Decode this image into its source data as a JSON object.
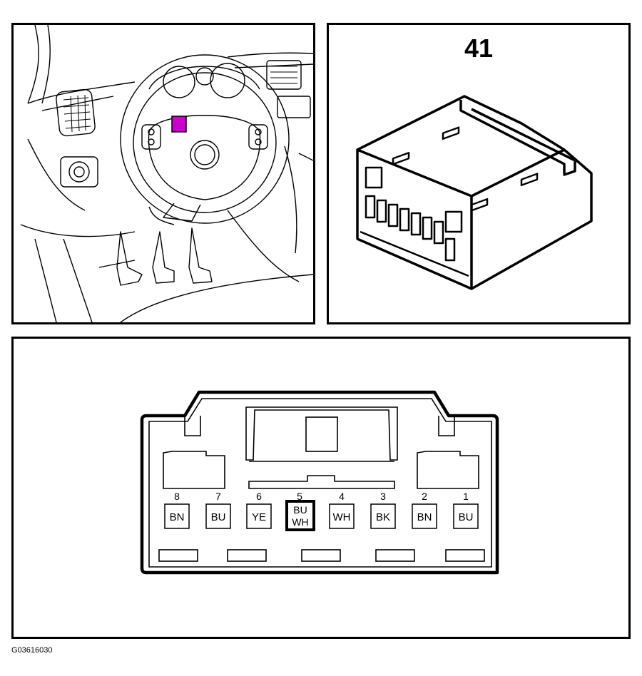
{
  "connector": {
    "number": "41"
  },
  "pins": [
    {
      "number": "8",
      "color": "BN"
    },
    {
      "number": "7",
      "color": "BU"
    },
    {
      "number": "6",
      "color": "YE"
    },
    {
      "number": "5",
      "color_line1": "BU",
      "color_line2": "WH",
      "highlighted": true
    },
    {
      "number": "4",
      "color": "WH"
    },
    {
      "number": "3",
      "color": "BK"
    },
    {
      "number": "2",
      "color": "BN"
    },
    {
      "number": "1",
      "color": "BU"
    }
  ],
  "figure_id": "G03616030",
  "colors": {
    "line": "#000000",
    "highlight": "#cc00cc"
  }
}
